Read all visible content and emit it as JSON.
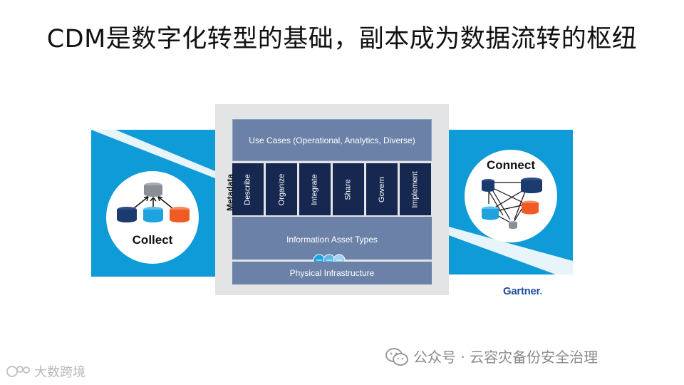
{
  "title": "CDM是数字化转型的基础，副本成为数据流转的枢纽",
  "diagram": {
    "layers": {
      "use_cases": "Use Cases (Operational, Analytics, Diverse)",
      "info_asset_types": "Information Asset Types",
      "physical_infrastructure": "Physical Infrastructure"
    },
    "metadata_label": "Metadata",
    "metadata_functions": [
      "Describe",
      "Organize",
      "Integrate",
      "Share",
      "Govern",
      "Implement"
    ],
    "collect_label": "Collect",
    "connect_label": "Connect",
    "gartner": "Gartner",
    "gartner_dot": "."
  },
  "watermarks": {
    "right": "公众号 · 云容灾备份安全治理",
    "left": "大数跨境"
  },
  "colors": {
    "band_blue": "#0f9ad8",
    "layer_slate": "#6b81a8",
    "metadata_navy": "#16284f",
    "db_navy": "#1b3a6e",
    "db_blue": "#1fa3df",
    "db_orange": "#f05a24",
    "db_gray": "#8a8f96"
  }
}
